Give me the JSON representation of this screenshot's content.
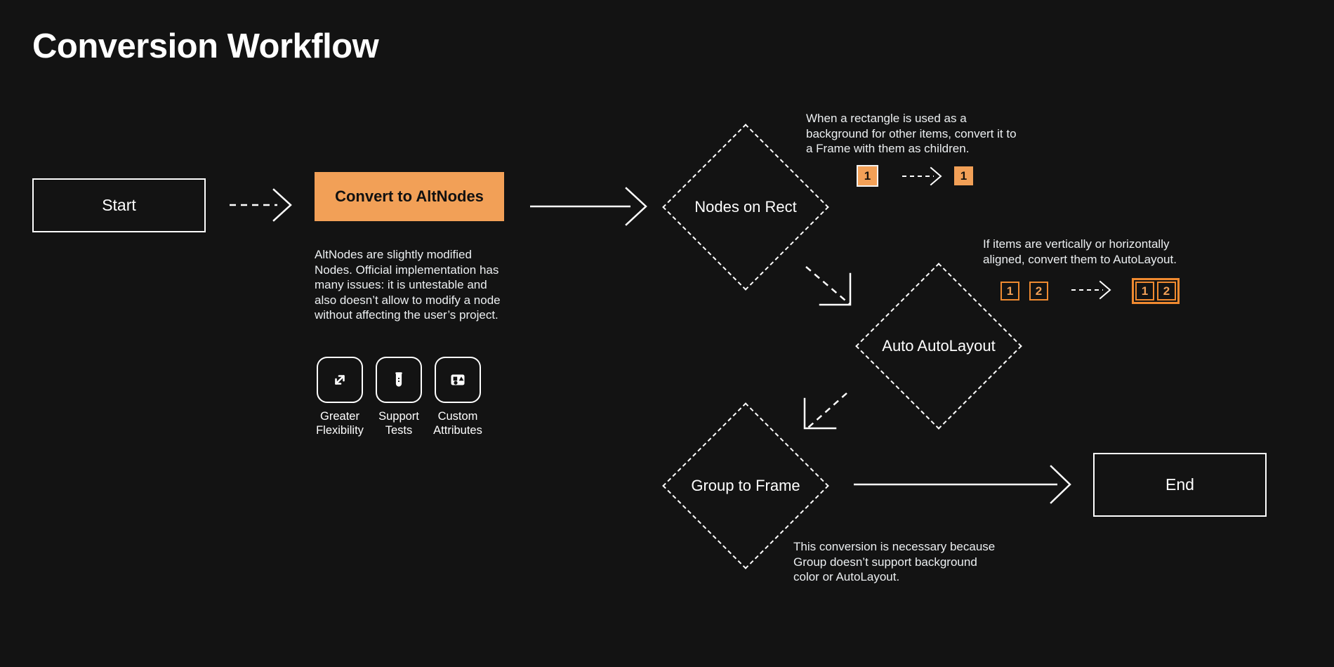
{
  "page": {
    "title": "Conversion Workflow",
    "background_color": "#131313",
    "accent_color": "#f2a057",
    "text_color": "#ffffff"
  },
  "nodes": {
    "start": {
      "label": "Start",
      "shape": "rectangle",
      "style": "outlined"
    },
    "convert": {
      "label": "Convert to AltNodes",
      "shape": "rectangle",
      "style": "filled-accent"
    },
    "nodes_on_rect": {
      "label": "Nodes on Rect",
      "shape": "diamond",
      "style": "dashed"
    },
    "auto_autolayout": {
      "label": "Auto AutoLayout",
      "shape": "diamond",
      "style": "dashed"
    },
    "group_to_frame": {
      "label": "Group to Frame",
      "shape": "diamond",
      "style": "dashed"
    },
    "end": {
      "label": "End",
      "shape": "rectangle",
      "style": "outlined"
    }
  },
  "convert_detail": {
    "description": "AltNodes are slightly modified Nodes. Official implementation has many issues: it is untestable and also doesn’t allow to modify a node without affecting the user’s project.",
    "features": [
      {
        "icon": "expand-arrows-icon",
        "label": "Greater\nFlexibility"
      },
      {
        "icon": "test-tube-icon",
        "label": "Support\nTests"
      },
      {
        "icon": "shapes-card-icon",
        "label": "Custom\nAttributes"
      }
    ]
  },
  "annotations": {
    "nodes_on_rect": {
      "text": "When a rectangle is used as a background for other items, convert it to a Frame with them as children.",
      "before": [
        {
          "label": "1",
          "style": "filled-outlined"
        }
      ],
      "after": [
        {
          "label": "1",
          "style": "filled"
        }
      ],
      "arrow": "dashed-right"
    },
    "auto_autolayout": {
      "text": "If items are vertically or horizontally aligned, convert them to AutoLayout.",
      "before": [
        {
          "label": "1",
          "style": "outline"
        },
        {
          "label": "2",
          "style": "outline"
        }
      ],
      "after": [
        {
          "label": "1",
          "style": "outline"
        },
        {
          "label": "2",
          "style": "outline"
        }
      ],
      "after_grouped": true,
      "arrow": "dashed-right"
    },
    "group_to_frame": {
      "text": "This conversion is necessary because Group doesn’t support background color or AutoLayout."
    }
  },
  "edges": [
    {
      "from": "start",
      "to": "convert",
      "style": "dashed"
    },
    {
      "from": "convert",
      "to": "nodes_on_rect",
      "style": "solid"
    },
    {
      "from": "nodes_on_rect",
      "to": "auto_autolayout",
      "style": "dashed-elbow"
    },
    {
      "from": "auto_autolayout",
      "to": "group_to_frame",
      "style": "dashed-elbow"
    },
    {
      "from": "group_to_frame",
      "to": "end",
      "style": "solid"
    }
  ]
}
